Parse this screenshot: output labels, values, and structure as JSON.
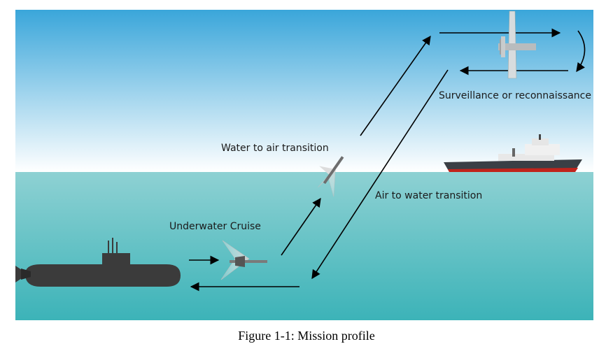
{
  "labels": {
    "surveillance": "Surveillance or reconnaissance",
    "water_to_air": "Water to air transition",
    "air_to_water": "Air to water transition",
    "underwater_cruise": "Underwater Cruise"
  },
  "caption": "Figure 1-1: Mission profile",
  "colors": {
    "sky_top": "#3aa6da",
    "sky_bottom": "#ffffff",
    "sea_top": "#8ed1d3",
    "sea_bottom": "#3cb3b8",
    "arrow": "#000000",
    "vehicle": "#3a3a3a",
    "ship_hull_stripe": "#c0241c"
  },
  "icons": [
    "submarine-icon",
    "drone-icon",
    "aircraft-icon",
    "ship-icon"
  ]
}
